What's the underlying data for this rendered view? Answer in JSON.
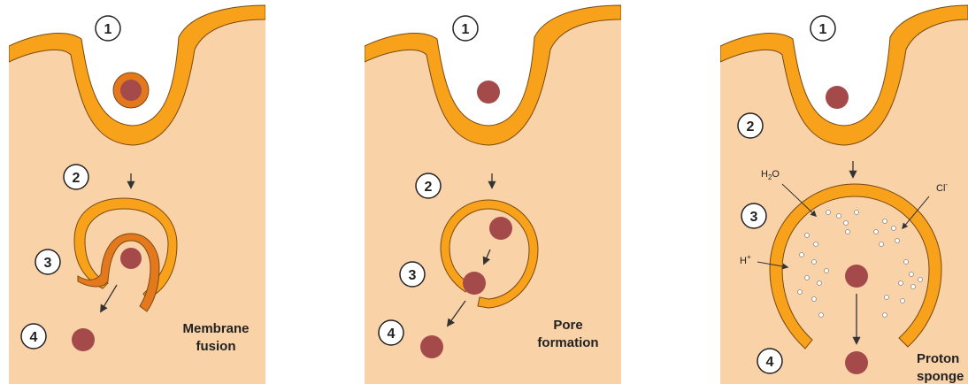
{
  "colors": {
    "cytoplasm": "#fad2a8",
    "membrane": "#f7a21a",
    "membrane_stroke": "#7a4a10",
    "endosome_coat": "#e3781c",
    "particle": "#a44a4a",
    "ion_dot_stroke": "#8a8a8a",
    "arrow": "#333333"
  },
  "panels": [
    {
      "name": "membrane-fusion",
      "steps": [
        "1",
        "2",
        "3",
        "4"
      ],
      "label_lines": [
        "Membrane",
        "fusion"
      ]
    },
    {
      "name": "pore-formation",
      "steps": [
        "1",
        "2",
        "3",
        "4"
      ],
      "label_lines": [
        "Pore",
        "formation"
      ]
    },
    {
      "name": "proton-sponge",
      "steps": [
        "1",
        "2",
        "3",
        "4"
      ],
      "label_lines": [
        "Proton",
        "sponge"
      ],
      "ions": {
        "water": "H",
        "water_sub": "2",
        "water_tail": "O",
        "chloride": "Cl",
        "chloride_sup": "-",
        "proton": "H",
        "proton_sup": "+"
      }
    }
  ]
}
